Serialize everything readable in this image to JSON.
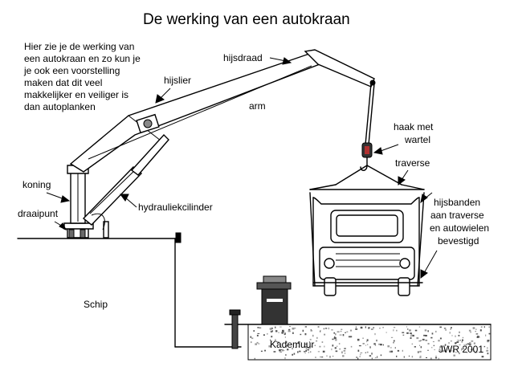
{
  "title": "De werking van een autokraan",
  "intro": [
    "Hier zie je de werking van",
    "een autokraan en zo kun je",
    "je ook een voorstelling",
    "maken dat dit veel",
    "makkelijker en veiliger is",
    "dan autoplanken"
  ],
  "labels": {
    "hijsdraad": "hijsdraad",
    "hijslier": "hijslier",
    "arm": "arm",
    "haak": [
      "haak met",
      "wartel"
    ],
    "traverse": "traverse",
    "koning": "koning",
    "draaipunt": "draaipunt",
    "hydrauliekcilinder": "hydrauliekcilinder",
    "hijsbanden": [
      "hijsbanden",
      "aan traverse",
      "en autowielen",
      "bevestigd"
    ],
    "schip": "Schip",
    "kademuur": "Kademuur"
  },
  "signature": "JWR 2001"
}
